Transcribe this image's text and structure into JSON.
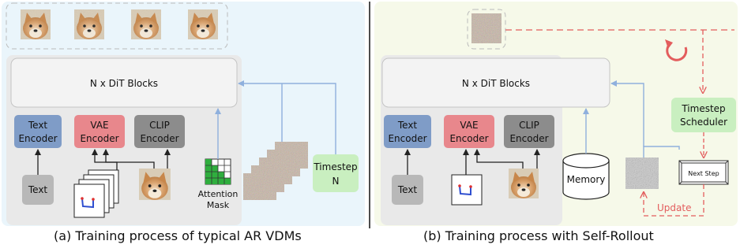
{
  "left": {
    "dit_label": "N x DiT Blocks",
    "text_encoder": [
      "Text",
      "Encoder"
    ],
    "vae_encoder": [
      "VAE",
      "Encoder"
    ],
    "clip_encoder": [
      "CLIP",
      "Encoder"
    ],
    "text_input": "Text",
    "attention_mask": [
      "Attention",
      "Mask"
    ],
    "timestep": [
      "Timestep",
      "N"
    ],
    "caption": "(a) Training process of typical AR VDMs"
  },
  "right": {
    "dit_label": "N x DiT Blocks",
    "text_encoder": [
      "Text",
      "Encoder"
    ],
    "vae_encoder": [
      "VAE",
      "Encoder"
    ],
    "clip_encoder": [
      "CLIP",
      "Encoder"
    ],
    "text_input": "Text",
    "memory": "Memory",
    "scheduler": [
      "Timestep",
      "Scheduler"
    ],
    "next_step": "Next Step",
    "update": "Update",
    "caption": "(b) Training process with Self-Rollout"
  },
  "colors": {
    "text_encoder": "#7f9cc7",
    "vae_encoder": "#e8878c",
    "clip_encoder": "#8c8c8c",
    "timestep": "#c9efc0",
    "update": "#e35d5d",
    "arrow_blue": "#8fb0dd"
  }
}
